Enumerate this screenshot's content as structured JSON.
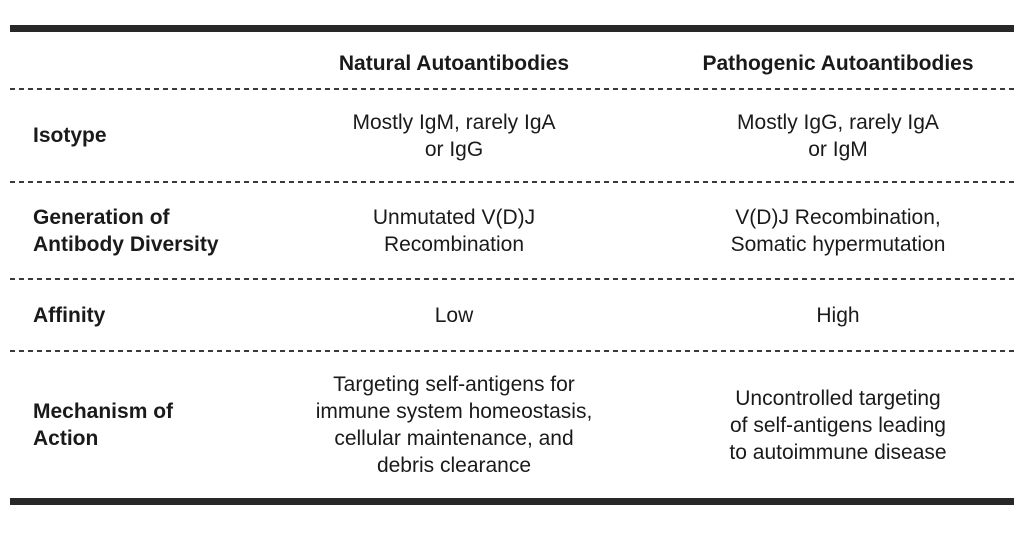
{
  "chart_data": {
    "type": "table",
    "title": "",
    "columns": [
      "",
      "Natural Autoantibodies",
      "Pathogenic Autoantibodies"
    ],
    "rows": [
      {
        "label": "Isotype",
        "natural": "Mostly IgM, rarely IgA or IgG",
        "pathogenic": "Mostly IgG, rarely IgA or IgM"
      },
      {
        "label": "Generation of Antibody Diversity",
        "natural": "Unmutated V(D)J Recombination",
        "pathogenic": "V(D)J Recombination, Somatic hypermutation"
      },
      {
        "label": "Affinity",
        "natural": "Low",
        "pathogenic": "High"
      },
      {
        "label": "Mechanism of Action",
        "natural": "Targeting self-antigens for immune system homeostasis, cellular maintenance, and debris clearance",
        "pathogenic": "Uncontrolled targeting of self-antigens leading to autoimmune disease"
      }
    ]
  },
  "header": {
    "natural": "Natural Autoantibodies",
    "pathogenic": "Pathogenic Autoantibodies"
  },
  "rows": {
    "isotype": {
      "label": "Isotype",
      "natural": "Mostly IgM, rarely IgA\nor IgG",
      "pathogenic": "Mostly IgG, rarely IgA\nor IgM"
    },
    "generation": {
      "label": "Generation of\nAntibody Diversity",
      "natural": "Unmutated V(D)J\nRecombination",
      "pathogenic": "V(D)J Recombination,\nSomatic hypermutation"
    },
    "affinity": {
      "label": "Affinity",
      "natural": "Low",
      "pathogenic": "High"
    },
    "mechanism": {
      "label": "Mechanism of\nAction",
      "natural": "Targeting self-antigens for\nimmune system homeostasis,\ncellular maintenance, and\ndebris clearance",
      "pathogenic": "Uncontrolled targeting\nof self-antigens leading\nto autoimmune disease"
    }
  },
  "colors": {
    "background": "#ffffff",
    "text": "#1a1a1a",
    "thick_rule": "#282828",
    "dotted_rule": "#3a3a3a"
  }
}
